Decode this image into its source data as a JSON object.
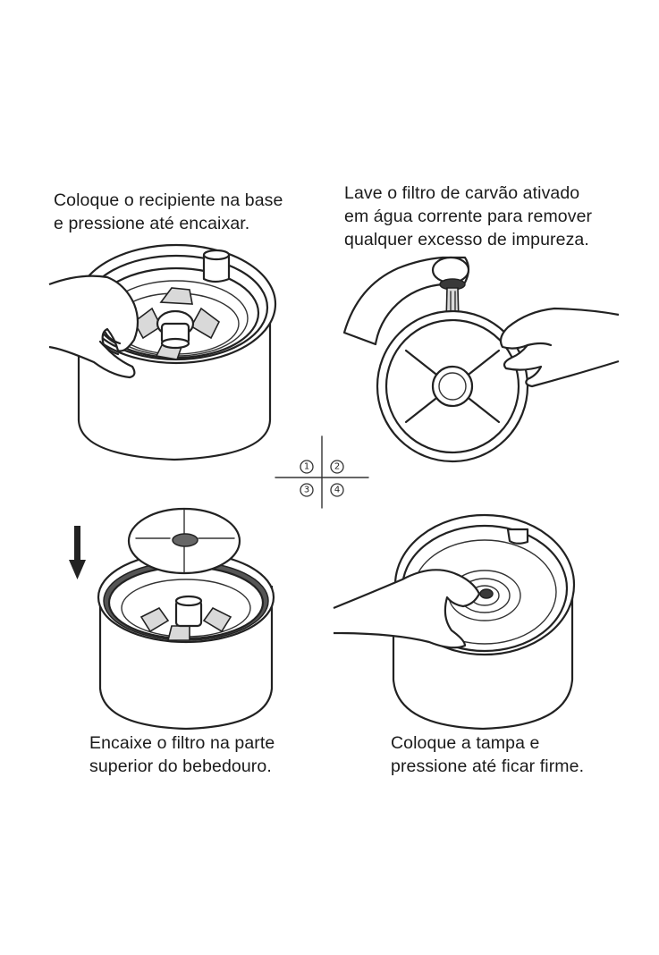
{
  "steps": [
    {
      "number": "1",
      "lines": [
        "Coloque o recipiente na base",
        "e pressione até encaixar."
      ]
    },
    {
      "number": "2",
      "lines": [
        "Lave o filtro de carvão ativado",
        "em água corrente para remover",
        "qualquer excesso de impureza."
      ]
    },
    {
      "number": "3",
      "lines": [
        "Encaixe o filtro na parte",
        "superior do bebedouro."
      ]
    },
    {
      "number": "4",
      "lines": [
        "Coloque a tampa e",
        "pressione até ficar firme."
      ]
    }
  ],
  "order_key": [
    "1",
    "2",
    "3",
    "4"
  ]
}
